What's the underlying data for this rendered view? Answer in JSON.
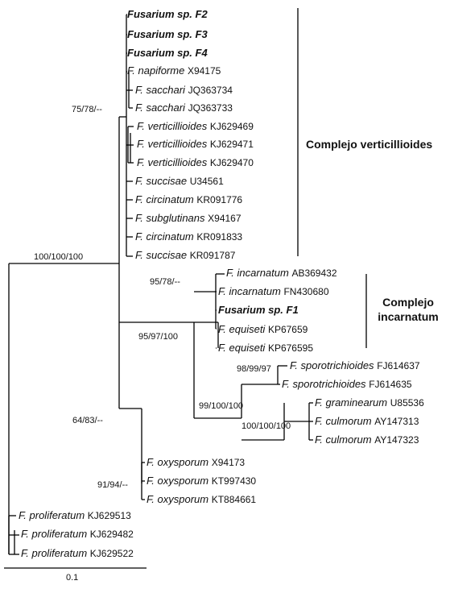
{
  "taxa": [
    {
      "genus": "Fusarium",
      "species": "sp. F2",
      "acc": "",
      "bold": true
    },
    {
      "genus": "Fusarium",
      "species": "sp. F3",
      "acc": "",
      "bold": true
    },
    {
      "genus": "Fusarium",
      "species": "sp. F4",
      "acc": "",
      "bold": true
    },
    {
      "genus": "F.",
      "species": "napiforme",
      "acc": "X94175",
      "bold": false
    },
    {
      "genus": "F.",
      "species": "sacchari",
      "acc": "JQ363734",
      "bold": false
    },
    {
      "genus": "F.",
      "species": "sacchari",
      "acc": "JQ363733",
      "bold": false
    },
    {
      "genus": "F.",
      "species": "verticillioides",
      "acc": "KJ629469",
      "bold": false
    },
    {
      "genus": "F.",
      "species": "verticillioides",
      "acc": "KJ629471",
      "bold": false
    },
    {
      "genus": "F.",
      "species": "verticillioides",
      "acc": "KJ629470",
      "bold": false
    },
    {
      "genus": "F.",
      "species": "succisae",
      "acc": "U34561",
      "bold": false
    },
    {
      "genus": "F.",
      "species": "circinatum",
      "acc": "KR091776",
      "bold": false
    },
    {
      "genus": "F.",
      "species": "subglutinans",
      "acc": "X94167",
      "bold": false
    },
    {
      "genus": "F.",
      "species": "circinatum",
      "acc": "KR091833",
      "bold": false
    },
    {
      "genus": "F.",
      "species": "succisae",
      "acc": "KR091787",
      "bold": false
    },
    {
      "genus": "F.",
      "species": "incarnatum",
      "acc": "AB369432",
      "bold": false
    },
    {
      "genus": "F.",
      "species": "incarnatum",
      "acc": "FN430680",
      "bold": false
    },
    {
      "genus": "Fusarium",
      "species": "sp. F1",
      "acc": "",
      "bold": true
    },
    {
      "genus": "F.",
      "species": "equiseti",
      "acc": "KP67659",
      "bold": false
    },
    {
      "genus": "F.",
      "species": "equiseti",
      "acc": "KP676595",
      "bold": false
    },
    {
      "genus": "F.",
      "species": "sporotrichioides",
      "acc": "FJ614637",
      "bold": false
    },
    {
      "genus": "F.",
      "species": "sporotrichioides",
      "acc": "FJ614635",
      "bold": false
    },
    {
      "genus": "F.",
      "species": "graminearum",
      "acc": "U85536",
      "bold": false
    },
    {
      "genus": "F.",
      "species": "culmorum",
      "acc": "AY147313",
      "bold": false
    },
    {
      "genus": "F.",
      "species": "culmorum",
      "acc": "AY147323",
      "bold": false
    },
    {
      "genus": "F.",
      "species": "oxysporum",
      "acc": "X94173",
      "bold": false
    },
    {
      "genus": "F.",
      "species": "oxysporum",
      "acc": "KT997430",
      "bold": false
    },
    {
      "genus": "F.",
      "species": "oxysporum",
      "acc": "KT884661",
      "bold": false
    },
    {
      "genus": "F.",
      "species": "proliferatum",
      "acc": "KJ629513",
      "bold": false
    },
    {
      "genus": "F.",
      "species": "proliferatum",
      "acc": "KJ629482",
      "bold": false
    },
    {
      "genus": "F.",
      "species": "proliferatum",
      "acc": "KJ629522",
      "bold": false
    }
  ],
  "support_values": {
    "root": "100/100/100",
    "verticillioides_group": "75/78/--",
    "incarnatum_equiseti": "95/97/100",
    "incarnatum_subclade": "95/78/--",
    "sporotrichioides_graminearum": "99/100/100",
    "sporotrichioides": "98/99/97",
    "graminearum_culmorum": "100/100/100",
    "inner_clade": "64/83/--",
    "oxysporum": "91/94/--"
  },
  "clades": {
    "verticillioides": {
      "label_line1": "Complejo verticillioides",
      "label_line2": ""
    },
    "incarnatum": {
      "label_line1": "Complejo",
      "label_line2": "incarnatum"
    }
  },
  "scale": {
    "label": "0.1"
  },
  "colors": {
    "line": "#000000",
    "text": "#111111"
  }
}
